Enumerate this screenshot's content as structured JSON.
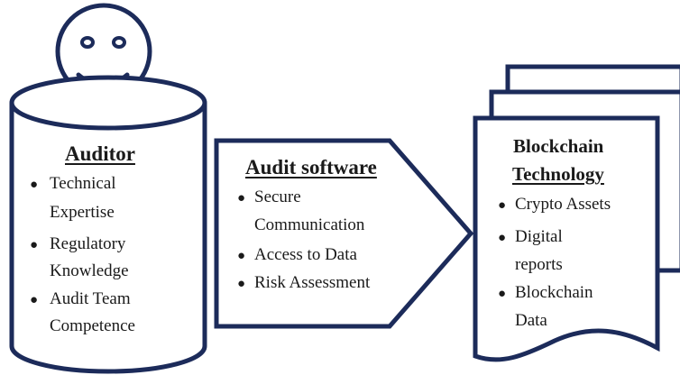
{
  "colors": {
    "stroke": "#1c2b5a",
    "fill": "#ffffff",
    "text": "#1a1a1a"
  },
  "auditor": {
    "title": "Auditor",
    "items": [
      [
        "Technical",
        "Expertise"
      ],
      [
        "Regulatory",
        "Knowledge"
      ],
      [
        "Audit Team",
        "Competence"
      ]
    ]
  },
  "software": {
    "title": "Audit software",
    "items": [
      [
        "Secure",
        "Communication"
      ],
      [
        "Access to Data"
      ],
      [
        "Risk Assessment"
      ]
    ]
  },
  "blockchain": {
    "title_line1": "Blockchain",
    "title_line2": "Technology",
    "items": [
      [
        "Crypto Assets"
      ],
      [
        "Digital",
        "reports"
      ],
      [
        "Blockchain",
        "Data"
      ]
    ]
  },
  "icons": {
    "smiley": "smiley-face-icon",
    "cylinder": "cylinder-shape",
    "arrow": "pentagon-arrow-shape",
    "documents": "multi-document-shape"
  }
}
